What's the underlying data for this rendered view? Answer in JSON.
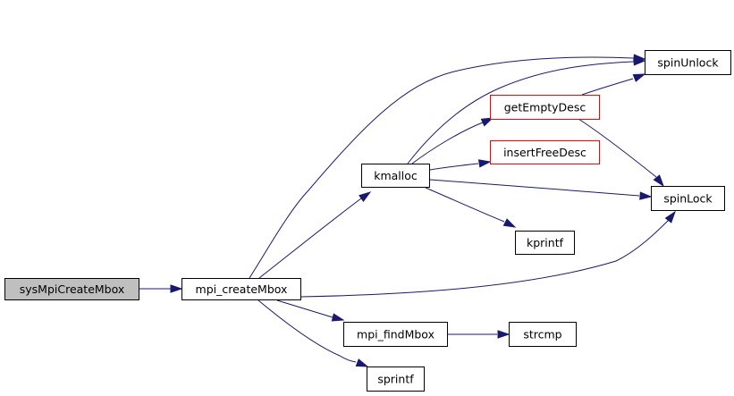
{
  "graph": {
    "edge_color": "#191970",
    "nodes": {
      "sysMpiCreateMbox": {
        "label": "sysMpiCreateMbox",
        "fill": "#bfbfbf",
        "border": "#000000"
      },
      "mpi_createMbox": {
        "label": "mpi_createMbox",
        "fill": "#ffffff",
        "border": "#000000"
      },
      "kmalloc": {
        "label": "kmalloc",
        "fill": "#ffffff",
        "border": "#000000"
      },
      "getEmptyDesc": {
        "label": "getEmptyDesc",
        "fill": "#ffffff",
        "border": "#ff0000"
      },
      "insertFreeDesc": {
        "label": "insertFreeDesc",
        "fill": "#ffffff",
        "border": "#ff0000"
      },
      "spinUnlock": {
        "label": "spinUnlock",
        "fill": "#ffffff",
        "border": "#000000"
      },
      "spinLock": {
        "label": "spinLock",
        "fill": "#ffffff",
        "border": "#000000"
      },
      "kprintf": {
        "label": "kprintf",
        "fill": "#ffffff",
        "border": "#000000"
      },
      "mpi_findMbox": {
        "label": "mpi_findMbox",
        "fill": "#ffffff",
        "border": "#000000"
      },
      "strcmp": {
        "label": "strcmp",
        "fill": "#ffffff",
        "border": "#000000"
      },
      "sprintf": {
        "label": "sprintf",
        "fill": "#ffffff",
        "border": "#000000"
      }
    },
    "edges": [
      {
        "from": "sysMpiCreateMbox",
        "to": "mpi_createMbox"
      },
      {
        "from": "mpi_createMbox",
        "to": "kmalloc"
      },
      {
        "from": "mpi_createMbox",
        "to": "spinUnlock"
      },
      {
        "from": "mpi_createMbox",
        "to": "spinLock"
      },
      {
        "from": "mpi_createMbox",
        "to": "mpi_findMbox"
      },
      {
        "from": "mpi_createMbox",
        "to": "sprintf"
      },
      {
        "from": "kmalloc",
        "to": "getEmptyDesc"
      },
      {
        "from": "kmalloc",
        "to": "insertFreeDesc"
      },
      {
        "from": "kmalloc",
        "to": "spinUnlock"
      },
      {
        "from": "kmalloc",
        "to": "spinLock"
      },
      {
        "from": "kmalloc",
        "to": "kprintf"
      },
      {
        "from": "getEmptyDesc",
        "to": "spinUnlock"
      },
      {
        "from": "getEmptyDesc",
        "to": "spinLock"
      },
      {
        "from": "mpi_findMbox",
        "to": "strcmp"
      }
    ]
  }
}
